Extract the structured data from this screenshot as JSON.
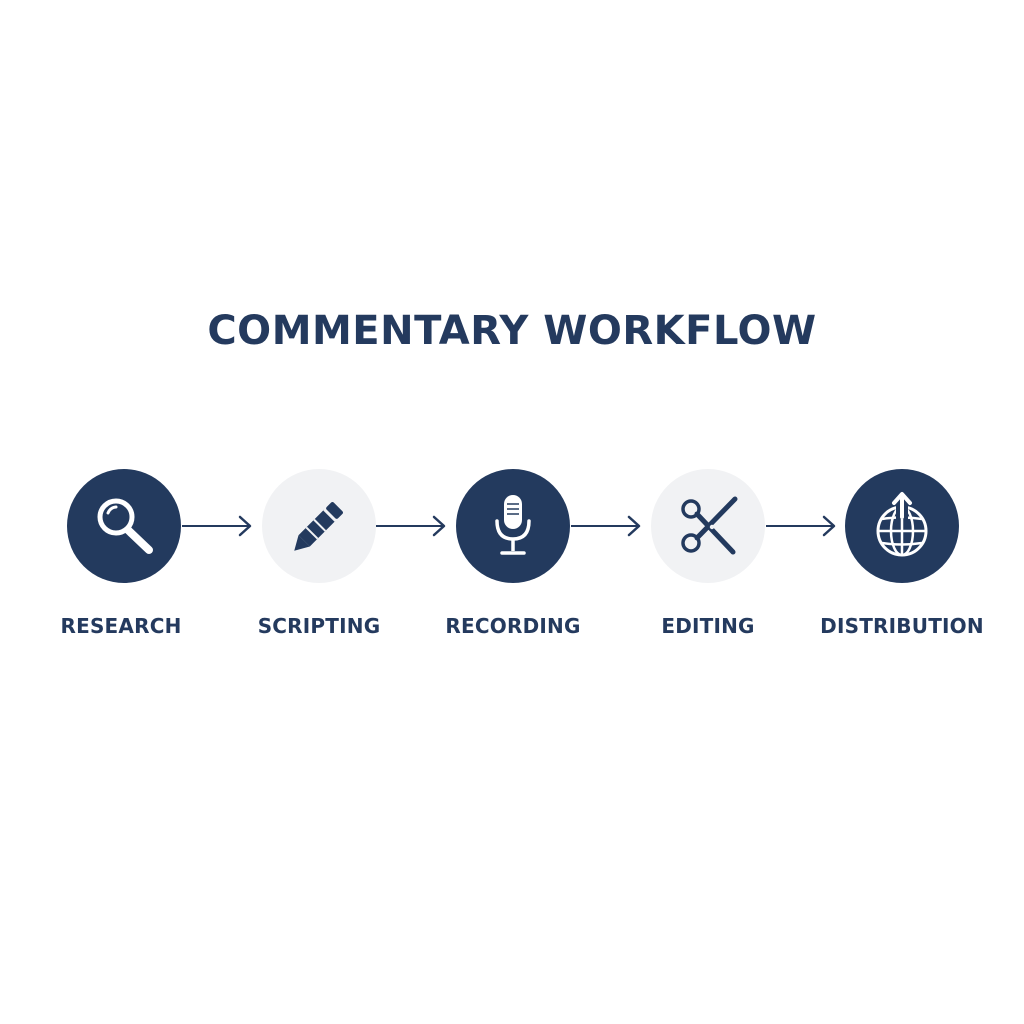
{
  "title": "COMMENTARY WORKFLOW",
  "colors": {
    "dark": "#233a5e",
    "light": "#f1f2f4",
    "text": "#243a5e"
  },
  "steps": [
    {
      "label": "RESEARCH",
      "icon": "magnifying-glass-icon",
      "style": "dark"
    },
    {
      "label": "SCRIPTING",
      "icon": "pencil-icon",
      "style": "light"
    },
    {
      "label": "RECORDING",
      "icon": "microphone-icon",
      "style": "dark"
    },
    {
      "label": "EDITING",
      "icon": "scissors-icon",
      "style": "light"
    },
    {
      "label": "DISTRIBUTION",
      "icon": "globe-upload-icon",
      "style": "dark"
    }
  ]
}
